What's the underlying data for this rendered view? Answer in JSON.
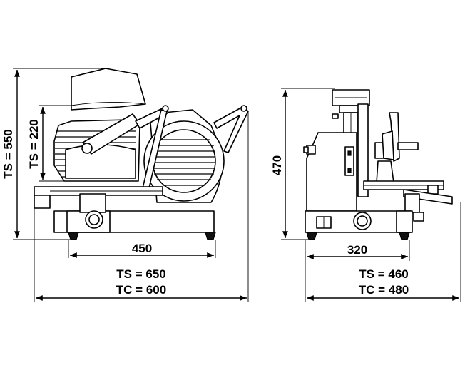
{
  "dimensions": {
    "front_height_total": "TS = 550",
    "front_height_guard": "TS = 220",
    "front_base_width": "450",
    "front_total_width_ts": "TS = 650",
    "front_total_width_tc": "TC = 600",
    "side_height": "470",
    "side_base_width": "320",
    "side_total_width_ts": "TS = 460",
    "side_total_width_tc": "TC = 480"
  },
  "colors": {
    "line": "#000000",
    "background": "#ffffff"
  }
}
